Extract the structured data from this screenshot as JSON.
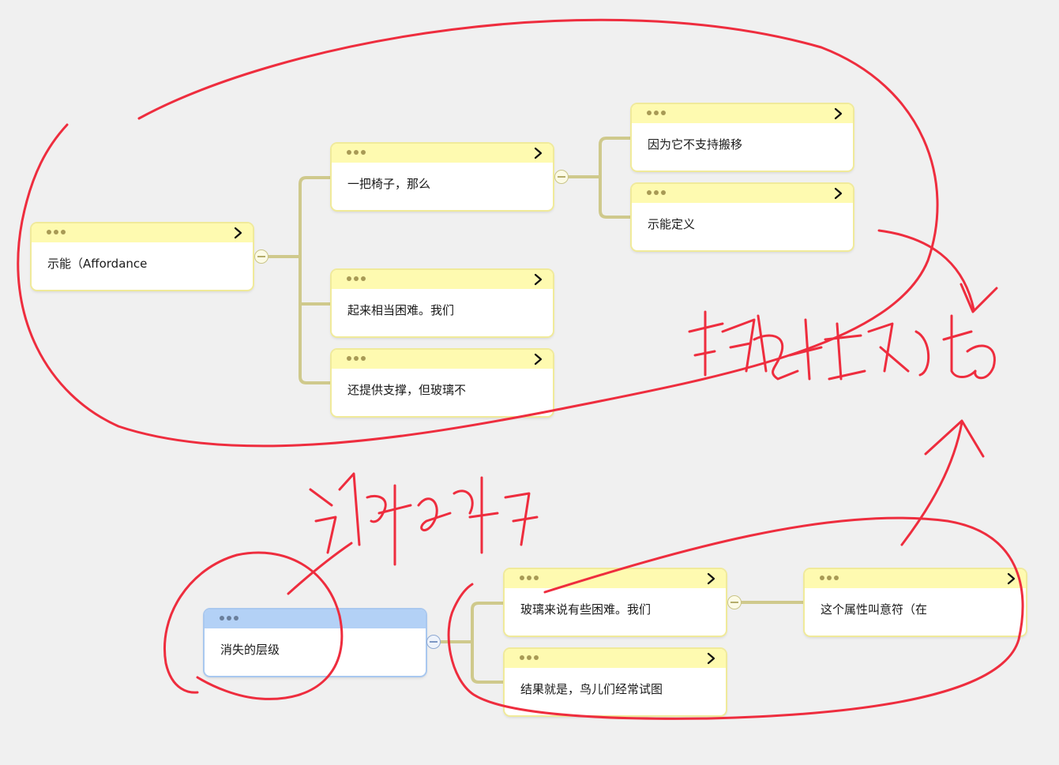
{
  "cards": {
    "root": {
      "text": "示能（Affordance"
    },
    "c1": {
      "text": "一把椅子，那么"
    },
    "c1a": {
      "text": "因为它不支持搬移"
    },
    "c1b": {
      "text": "示能定义"
    },
    "c2": {
      "text": "起来相当困难。我们"
    },
    "c3": {
      "text": "还提供支撑，但玻璃不"
    },
    "lost": {
      "text": "消失的层级"
    },
    "g1": {
      "text": "玻璃来说有些困难。我们"
    },
    "g1a": {
      "text": "这个属性叫意符（在"
    },
    "g2": {
      "text": "结果就是，鸟儿们经常试图"
    }
  },
  "colors": {
    "card_header": "#fefab0",
    "card_header_selected": "#b3d1f6",
    "connector": "#cfc98c",
    "ink": "#ee2d3e"
  }
}
